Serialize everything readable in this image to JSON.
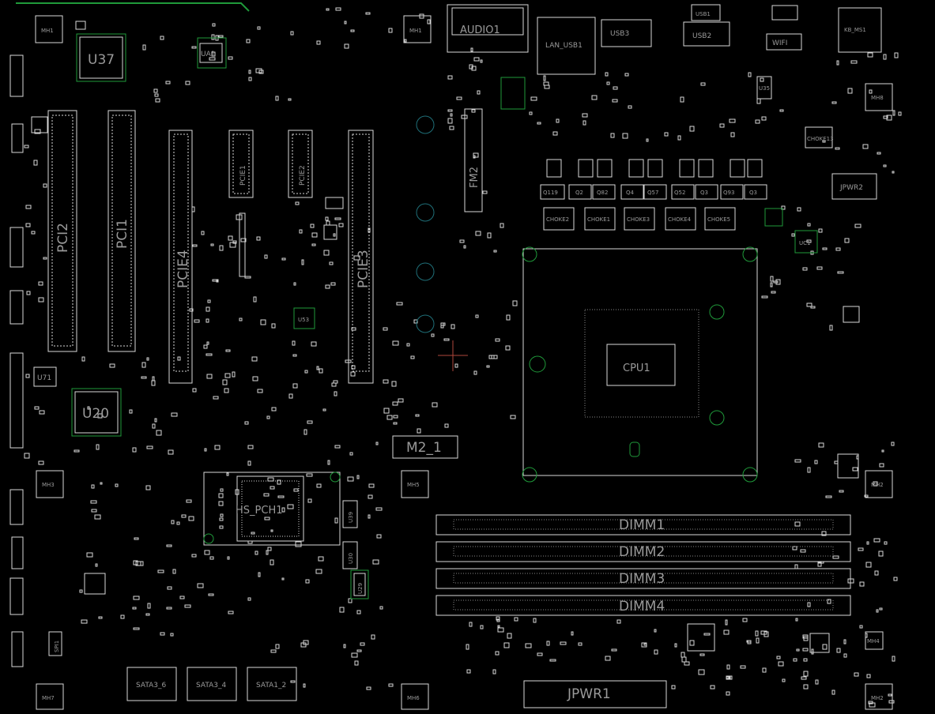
{
  "theme": {
    "background": "#000000",
    "silkscreen": "#d8d8d8",
    "label": "#9a9a9a",
    "outline_green": "#1f9a3a",
    "accent_cyan": "#1f6f78",
    "accent_red": "#b0483c"
  },
  "components": {
    "u37": "U37",
    "ua1": "UA1",
    "audio1": "AUDIO1",
    "lan_usb1": "LAN_USB1",
    "usb3": "USB3",
    "usb2": "USB2",
    "usb1": "USB1",
    "wifi": "WIFI",
    "kb_ms1": "KB_MS1",
    "pci2": "PCI2",
    "pci1": "PCI1",
    "pcie4": "PCIE4",
    "pcie1": "PCIE1",
    "pcie2": "PCIE2",
    "pcie3": "PCIE3",
    "fm2": "FM2",
    "u53": "U53",
    "u71": "U71",
    "u20": "U20",
    "m2_1": "M2_1",
    "hs_pch1": "HS_PCH1",
    "u39": "U39",
    "u30": "U30",
    "u29": "U29",
    "cpu1": "CPU1",
    "dimm1": "DIMM1",
    "dimm2": "DIMM2",
    "dimm3": "DIMM3",
    "dimm4": "DIMM4",
    "jpwr1": "JPWR1",
    "jpwr2": "JPWR2",
    "choke13": "CHOKE13",
    "uc1": "UC1",
    "sata3_6": "SATA3_6",
    "sata3_4": "SATA3_4",
    "sata1_2": "SATA1_2",
    "spi1": "SPI1",
    "u35": "U35"
  },
  "mounting_holes": [
    "MH1",
    "MH1",
    "MH3",
    "MH2",
    "MH5",
    "MH6",
    "MH7",
    "MH2",
    "MH4",
    "MH8"
  ],
  "mosfets": [
    "Q119",
    "Q2",
    "Q82",
    "Q4",
    "Q57",
    "Q52",
    "Q3",
    "Q93",
    "Q3"
  ],
  "chokes": [
    "CHOKE2",
    "CHOKE1",
    "CHOKE3",
    "CHOKE4",
    "CHOKE5"
  ]
}
